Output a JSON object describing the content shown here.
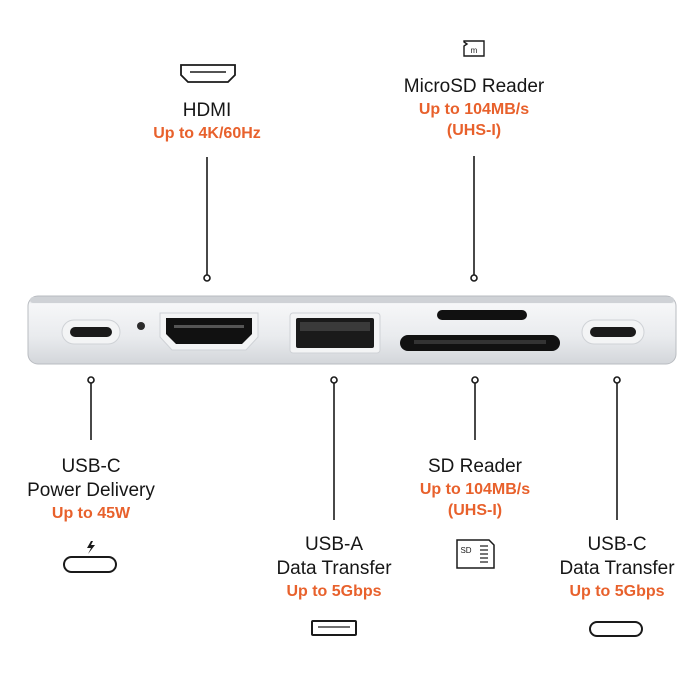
{
  "features": {
    "hdmi": {
      "title": "HDMI",
      "spec": "Up to 4K/60Hz"
    },
    "microsd": {
      "title": "MicroSD Reader",
      "spec_line1": "Up to 104MB/s",
      "spec_line2": "(UHS-I)",
      "icon_text": "m"
    },
    "usbc_pd": {
      "title_line1": "USB-C",
      "title_line2": "Power Delivery",
      "spec": "Up to 45W"
    },
    "usba": {
      "title_line1": "USB-A",
      "title_line2": "Data Transfer",
      "spec": "Up to 5Gbps"
    },
    "sd": {
      "title": "SD Reader",
      "spec_line1": "Up to 104MB/s",
      "spec_line2": "(UHS-I)",
      "icon_text": "SD"
    },
    "usbc_data": {
      "title_line1": "USB-C",
      "title_line2": "Data Transfer",
      "spec": "Up to 5Gbps"
    }
  },
  "colors": {
    "accent": "#e8612c",
    "text": "#161616",
    "hub_body": "#e9ebee"
  }
}
